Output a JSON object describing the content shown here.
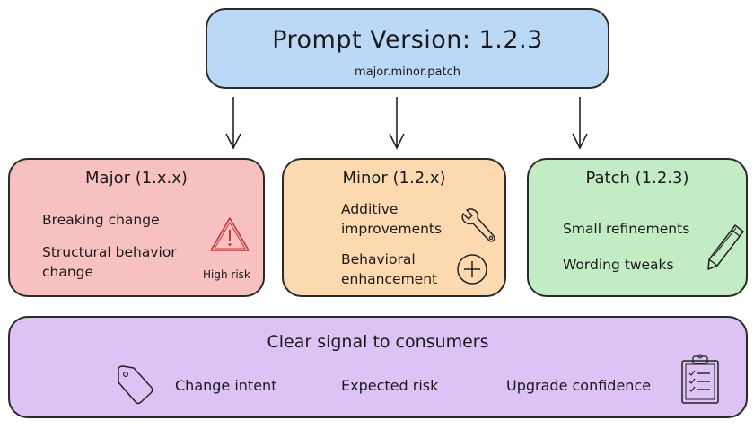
{
  "header": {
    "title": "Prompt Version: 1.2.3",
    "subtitle": "major.minor.patch",
    "color": "#bcd8f7"
  },
  "categories": [
    {
      "title": "Major (1.x.x)",
      "items": [
        "Breaking change",
        "Structural behavior change"
      ],
      "note": "High risk",
      "icon": "warning-icon",
      "color": "#f7c1c1"
    },
    {
      "title": "Minor (1.2.x)",
      "items": [
        "Additive improvements",
        "Behavioral enhancement"
      ],
      "icons": [
        "wrench-icon",
        "plus-circle-icon"
      ],
      "color": "#fcd9ae"
    },
    {
      "title": "Patch (1.2.3)",
      "items": [
        "Small refinements",
        "Wording tweaks"
      ],
      "icon": "pencil-icon",
      "color": "#c3ebc4"
    }
  ],
  "signal": {
    "title": "Clear signal to consumers",
    "items": [
      "Change intent",
      "Expected risk",
      "Upgrade confidence"
    ],
    "icons": [
      "tag-icon",
      "clipboard-checklist-icon"
    ],
    "color": "#dcc2f5"
  }
}
